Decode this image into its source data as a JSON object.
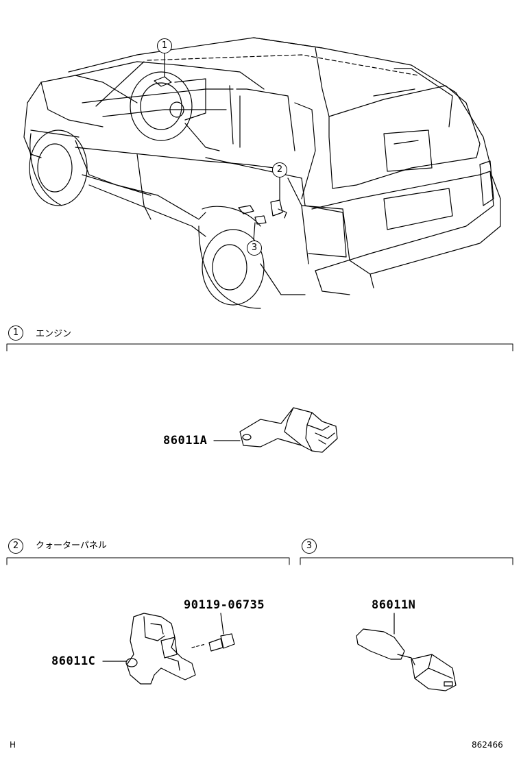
{
  "callouts": {
    "c1": "1",
    "c2": "2",
    "c3": "3"
  },
  "sections": [
    {
      "number": "1",
      "title": "エンジン"
    },
    {
      "number": "2",
      "title": "クォーターパネル"
    },
    {
      "number": "3",
      "title": ""
    }
  ],
  "parts": {
    "p1": "86011A",
    "p2a": "86011C",
    "p2b": "90119-06735",
    "p3": "86011N"
  },
  "footer": {
    "left_mark": "H",
    "diagram_number": "862466"
  }
}
